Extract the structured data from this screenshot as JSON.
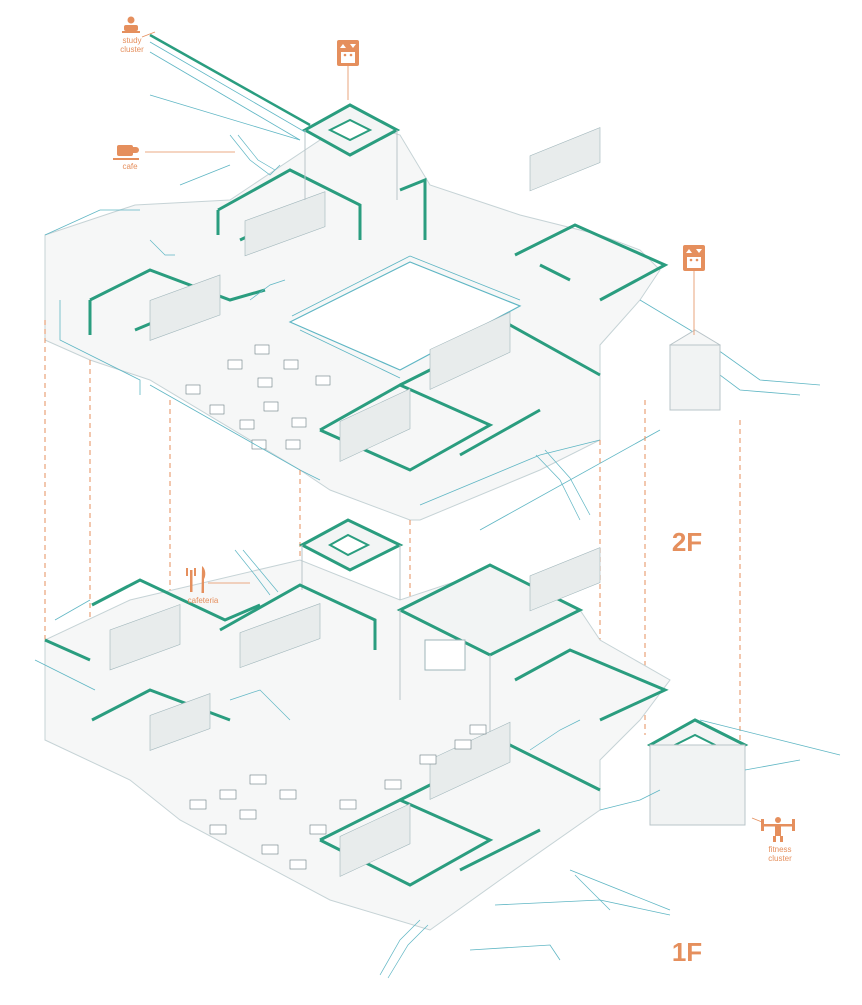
{
  "labels": {
    "study_cluster": "study\ncluster",
    "cafe": "cafe",
    "cafeteria": "cafeteria",
    "fitness_cluster": "fitness\ncluster",
    "floor_2": "2F",
    "floor_1": "1F"
  },
  "icons": {
    "study": "study-person-icon",
    "cafe": "coffee-cup-icon",
    "cafeteria": "fork-knife-icon",
    "fitness": "weightlifter-icon",
    "elevator": "elevator-icon"
  },
  "colors": {
    "accent_orange": "#e58f5d",
    "wall_green": "#2a9d7f",
    "railing_teal": "#5fb6c4",
    "floor_grey": "#f1f1f1",
    "line_grey": "#b9c4c8"
  }
}
